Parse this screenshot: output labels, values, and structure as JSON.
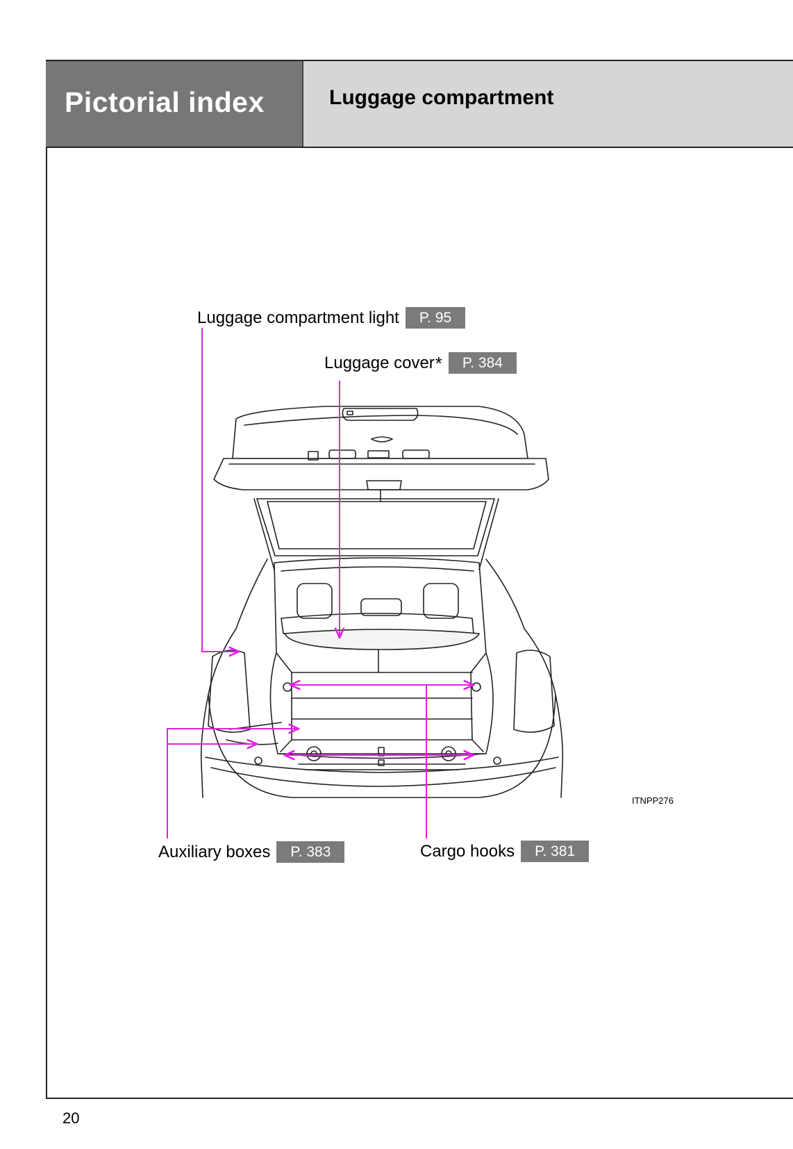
{
  "header": {
    "section": "Pictorial index",
    "title": "Luggage compartment"
  },
  "callouts": {
    "light": {
      "label": "Luggage compartment light",
      "page": "P. 95"
    },
    "cover": {
      "label": "Luggage cover",
      "marker": "*",
      "page": "P. 384"
    },
    "aux_boxes": {
      "label": "Auxiliary boxes",
      "page": "P. 383"
    },
    "cargo_hooks": {
      "label": "Cargo hooks",
      "page": "P. 381"
    }
  },
  "colors": {
    "leader_line": "#e020e0",
    "tab_background": "#777777",
    "title_background": "#d6d6d6",
    "page_ref_background": "#7b7b7b"
  },
  "illustration": {
    "subject": "vehicle rear with open hatch, luggage compartment",
    "code": "ITNPP276"
  },
  "footer": {
    "page_number": "20"
  }
}
